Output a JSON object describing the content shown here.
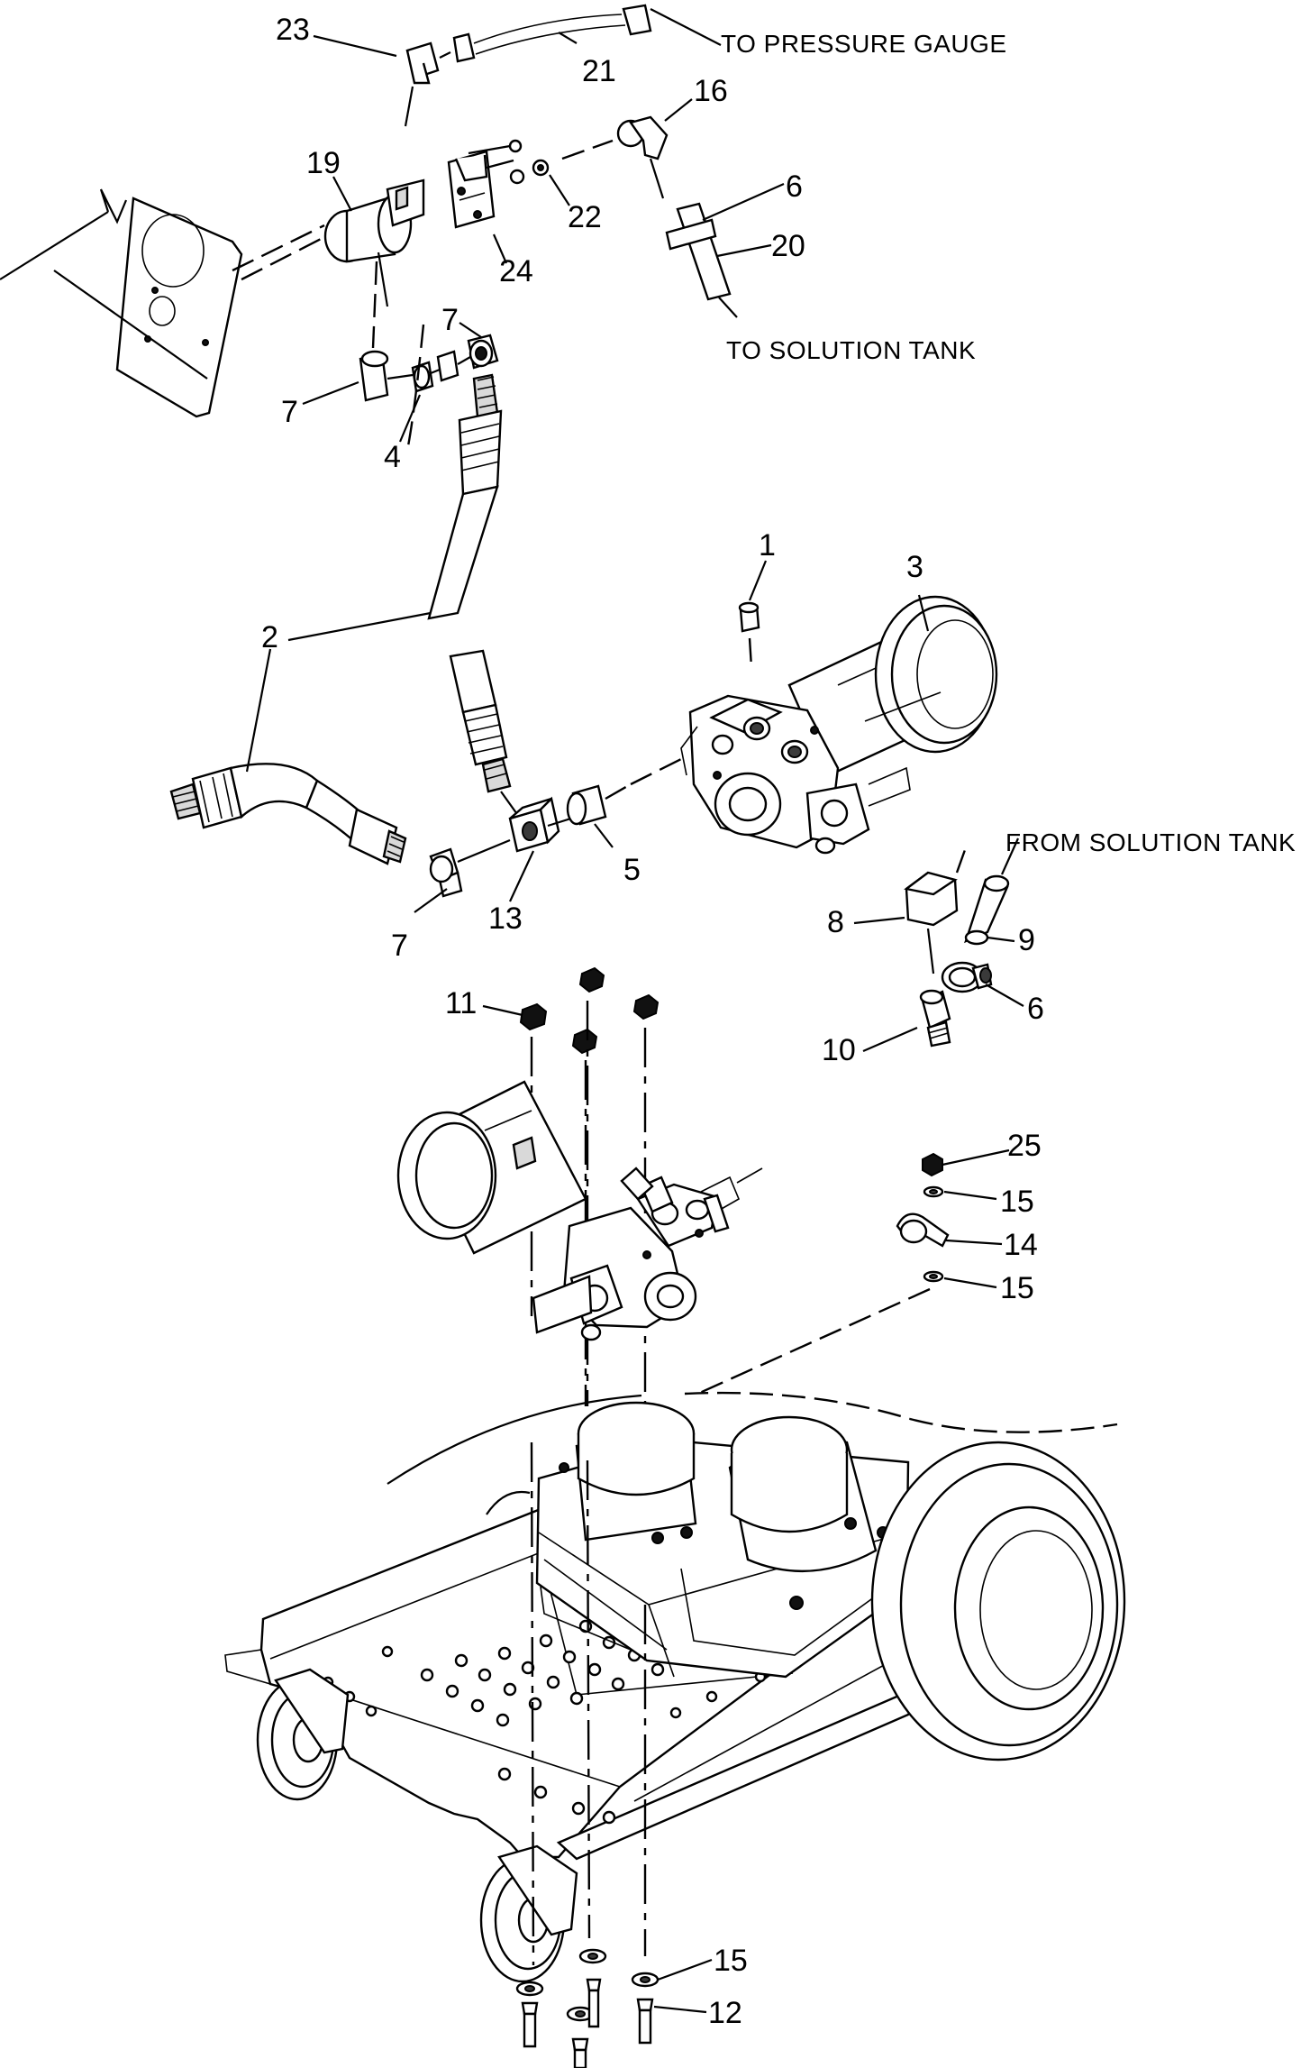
{
  "callouts": {
    "c1": "1",
    "c2": "2",
    "c3": "3",
    "c4": "4",
    "c5": "5",
    "c6a": "6",
    "c6b": "6",
    "c7a": "7",
    "c7b": "7",
    "c7c": "7",
    "c8": "8",
    "c9": "9",
    "c10": "10",
    "c11": "11",
    "c12": "12",
    "c13": "13",
    "c14": "14",
    "c15a": "15",
    "c15b": "15",
    "c15c": "15",
    "c16": "16",
    "c19": "19",
    "c20": "20",
    "c21": "21",
    "c22": "22",
    "c23": "23",
    "c24": "24",
    "c25": "25"
  },
  "notes": {
    "to_pressure_gauge": "TO PRESSURE GAUGE",
    "to_solution_tank": "TO SOLUTION TANK",
    "from_solution_tank": "FROM SOLUTION TANK"
  }
}
